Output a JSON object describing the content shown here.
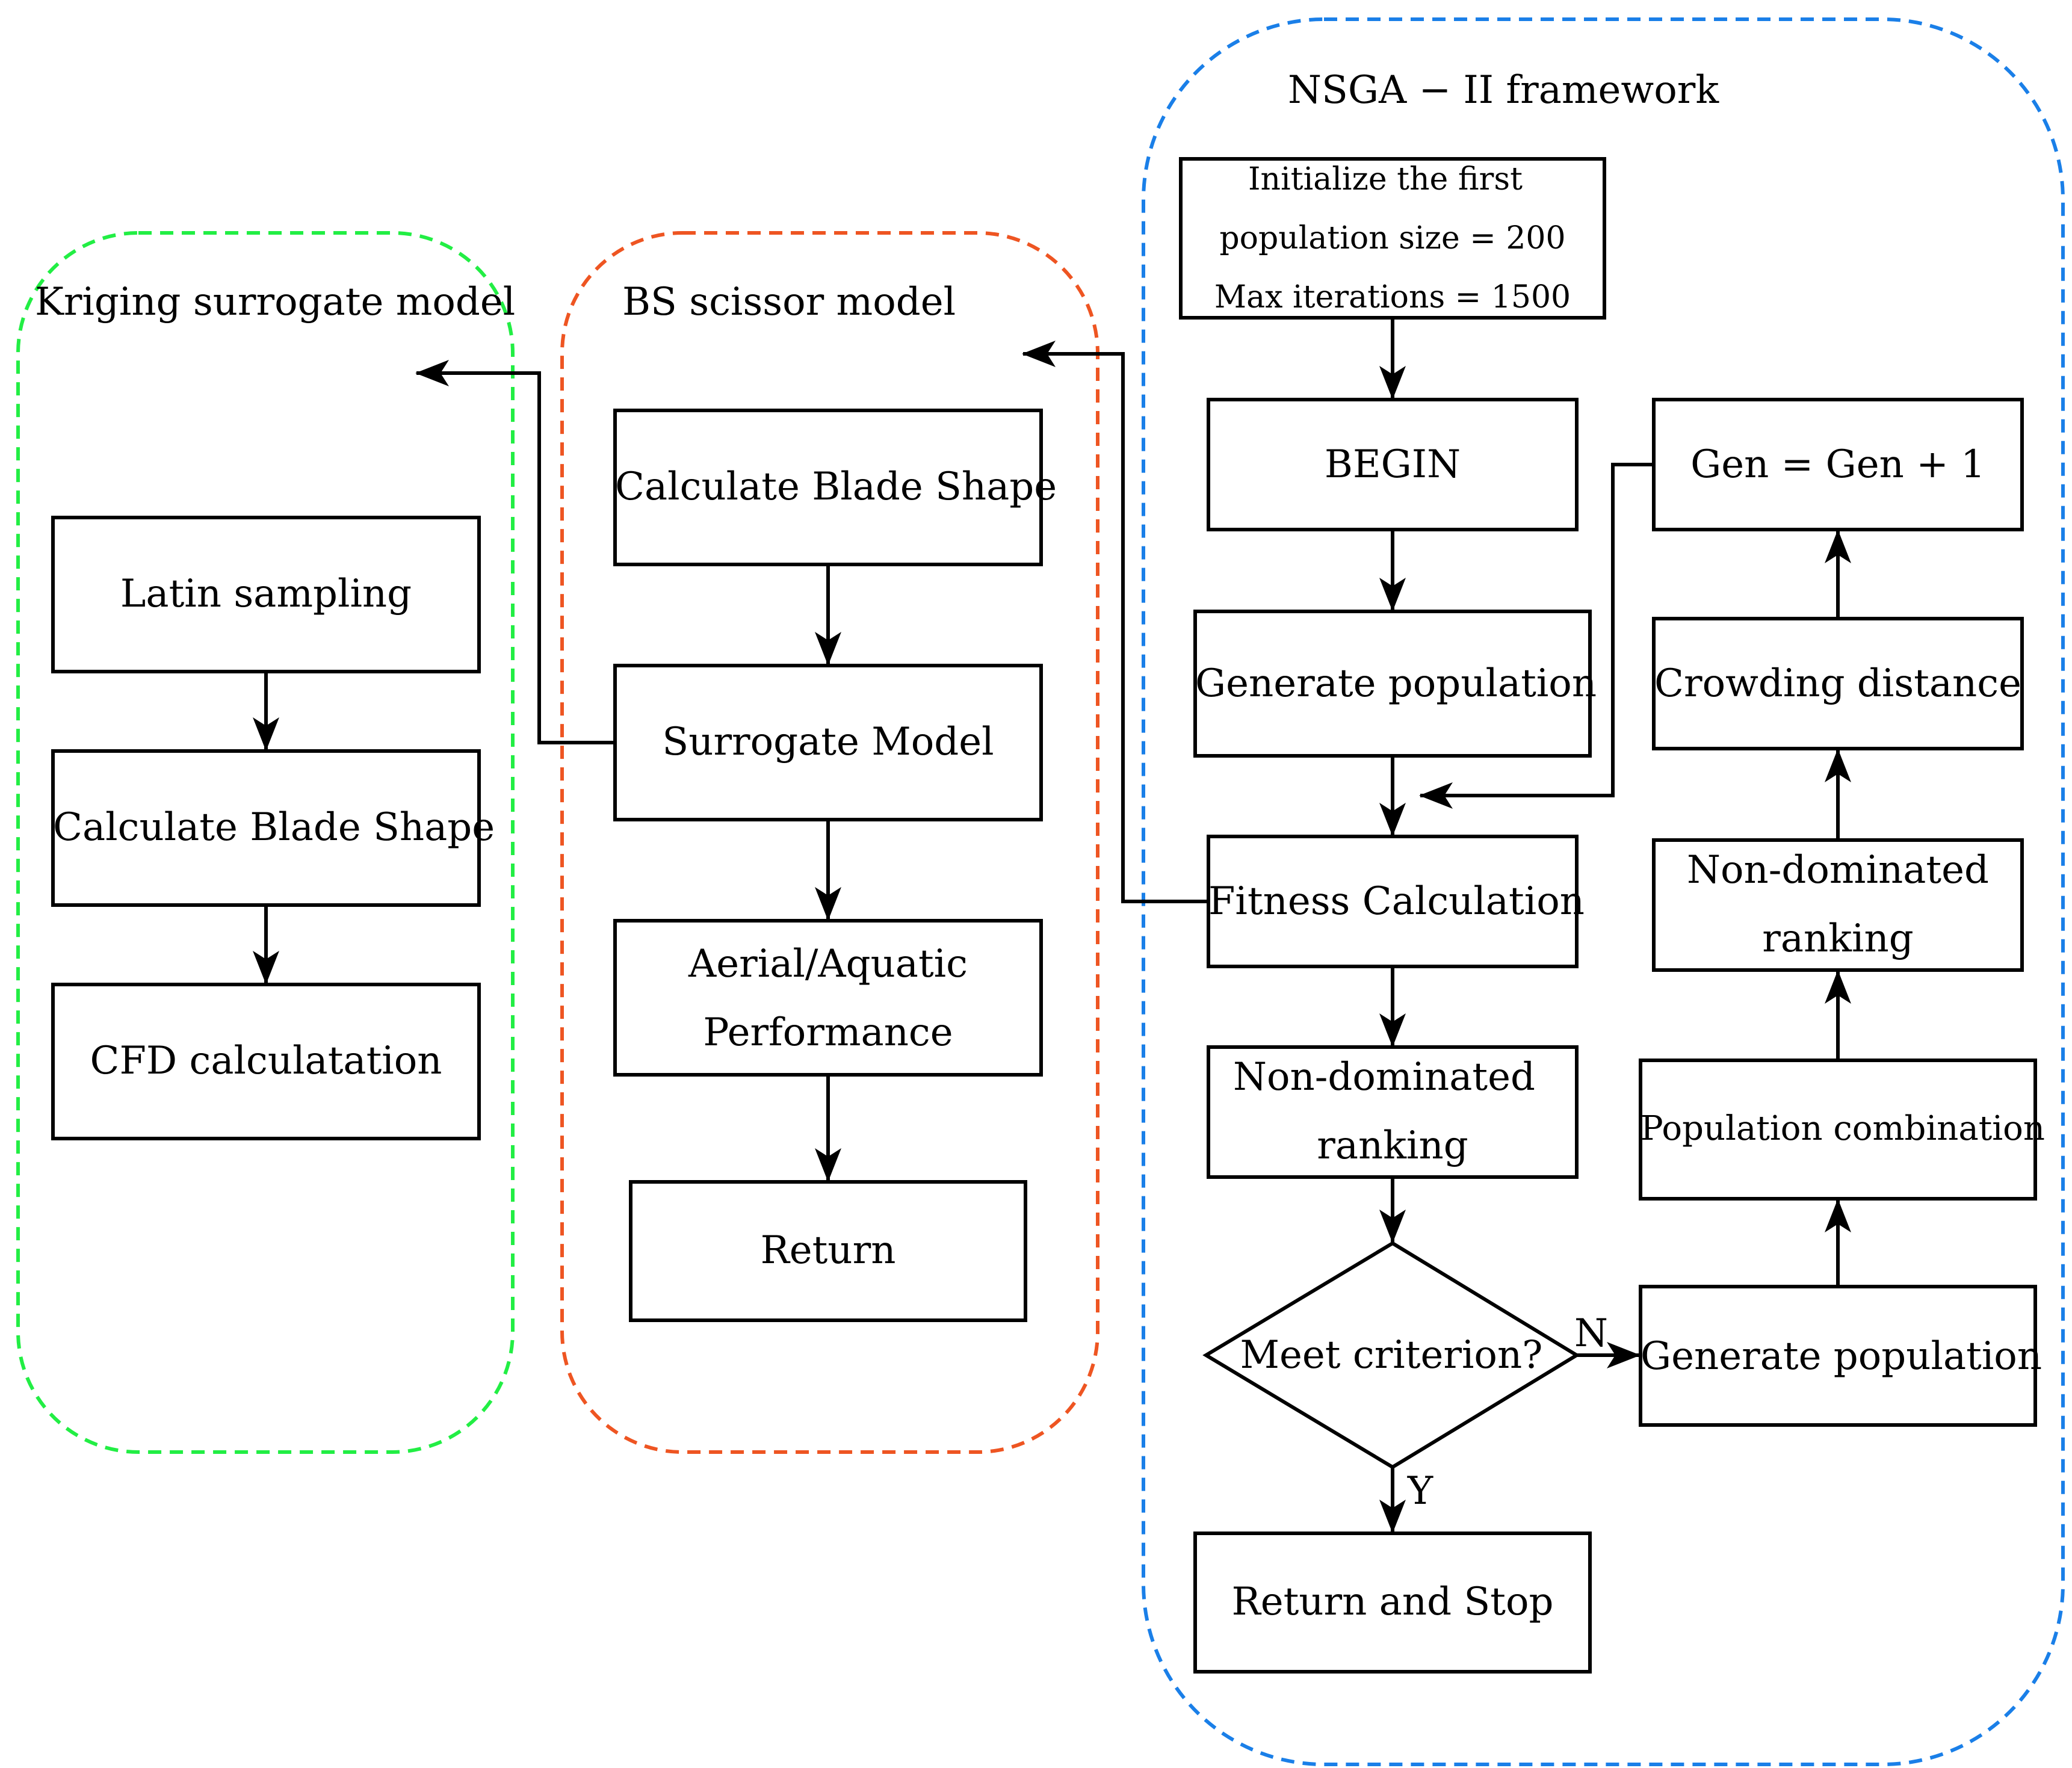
{
  "frames": {
    "kriging": {
      "title": "Kriging surrogate model",
      "color": "#22ee44"
    },
    "bs": {
      "title": "BS scissor model",
      "color": "#ee5522"
    },
    "nsga": {
      "title": "NSGA − II framework",
      "color": "#1a7fe8"
    }
  },
  "kriging_nodes": {
    "latin": "Latin sampling",
    "blade": "Calculate Blade Shape",
    "cfd": "CFD calculatation"
  },
  "bs_nodes": {
    "blade": "Calculate Blade Shape",
    "surrogate": "Surrogate Model",
    "perf_line1": "Aerial/Aquatic",
    "perf_line2": "Performance",
    "ret": "Return"
  },
  "nsga_nodes": {
    "init_line1": "Initialize the first",
    "init_line2": "population size  =  200",
    "init_line3": "Max iterations   =  1500",
    "begin": "BEGIN",
    "generate": "Generate population",
    "fitness": "Fitness Calculation",
    "ndr_line1": "Non-dominated",
    "ndr_line2": "ranking",
    "criterion": "Meet criterion?",
    "stop": "Return and Stop",
    "gen_right": "Generate population",
    "combination": "Population combination",
    "ndr2_line1": "Non-dominated",
    "ndr2_line2": "ranking",
    "crowding": "Crowding distance",
    "gen_increment": "Gen  =  Gen + 1"
  },
  "edge_labels": {
    "no": "N",
    "yes": "Y"
  },
  "colors": {
    "stroke": "#000000",
    "background": "#ffffff"
  }
}
